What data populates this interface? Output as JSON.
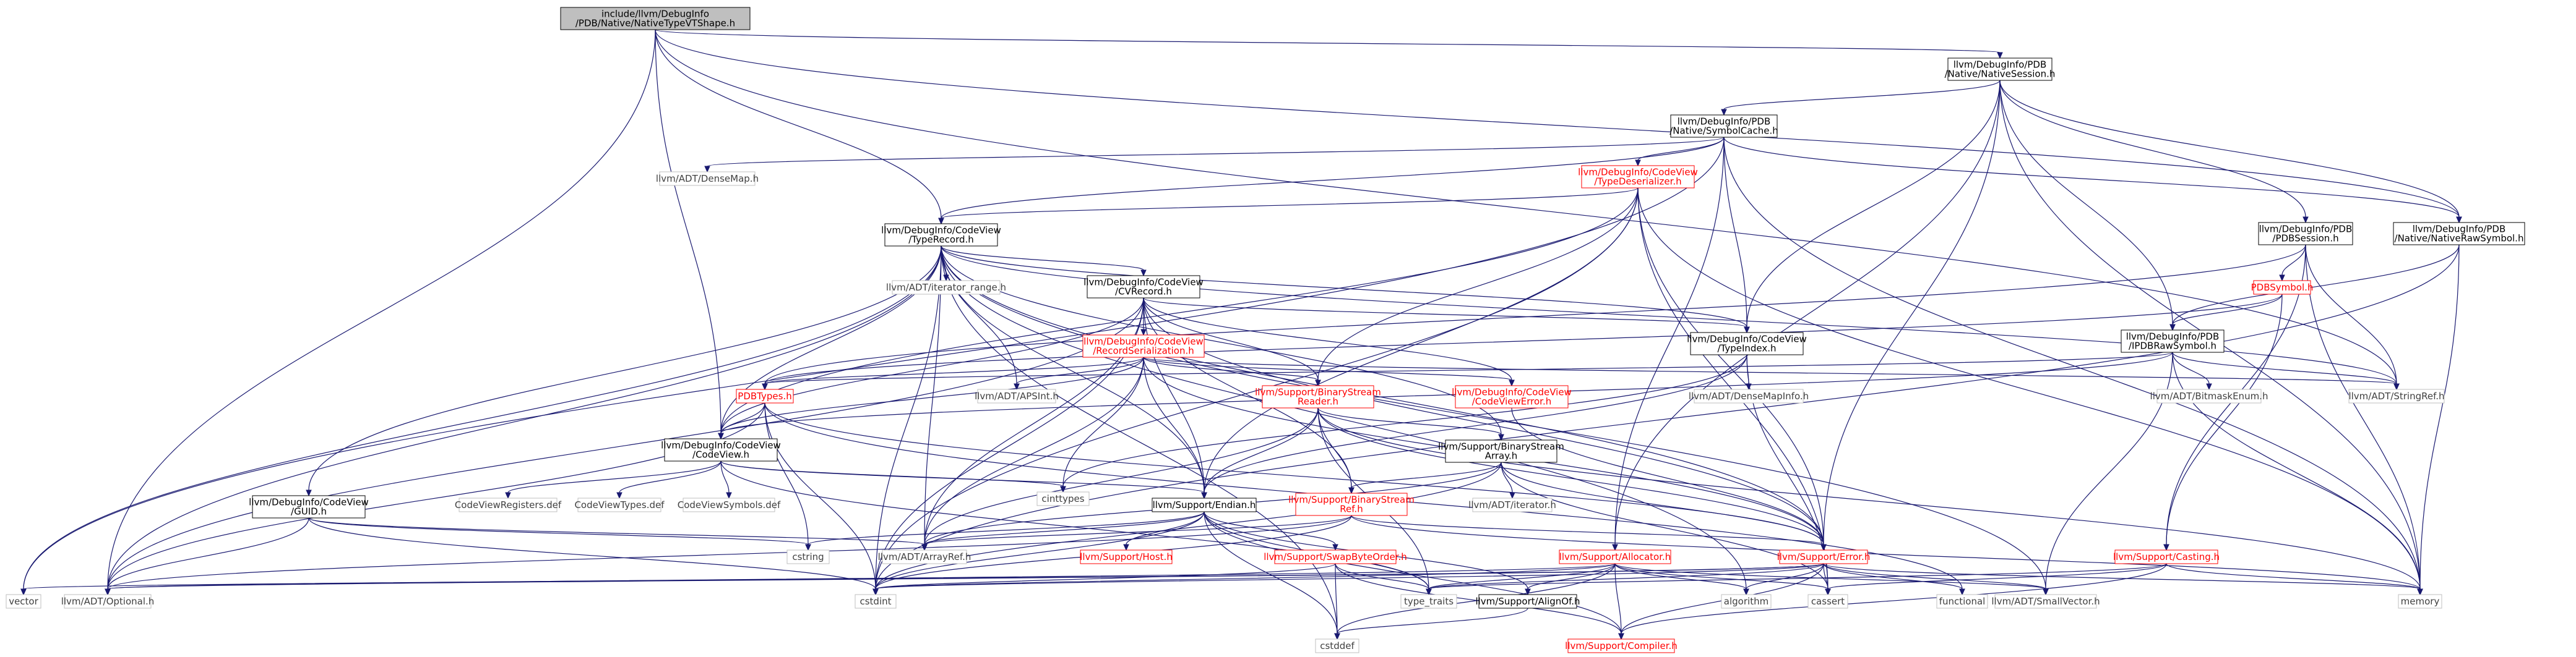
{
  "diagram": {
    "colors": {
      "edge": "#191970",
      "root_fill": "#bfbfbf",
      "root_border": "#000000",
      "normal_border": "#000000",
      "missing_border": "#bfbfbf",
      "incomplete_border": "#ff0000",
      "normal_text": "#000000",
      "missing_text": "#404040",
      "incomplete_text": "#ff0000"
    },
    "nodes": [
      {
        "id": "root",
        "lines": [
          "include/llvm/DebugInfo",
          "/PDB/Native/NativeTypeVTShape.h"
        ],
        "kind": "root"
      },
      {
        "id": "nsession",
        "lines": [
          "llvm/DebugInfo/PDB",
          "/Native/NativeSession.h"
        ],
        "kind": "normal"
      },
      {
        "id": "symcache",
        "lines": [
          "llvm/DebugInfo/PDB",
          "/Native/SymbolCache.h"
        ],
        "kind": "normal"
      },
      {
        "id": "densemap",
        "lines": [
          "llvm/ADT/DenseMap.h"
        ],
        "kind": "missing"
      },
      {
        "id": "typedeser",
        "lines": [
          "llvm/DebugInfo/CodeView",
          "/TypeDeserializer.h"
        ],
        "kind": "incomplete"
      },
      {
        "id": "typerecord",
        "lines": [
          "llvm/DebugInfo/CodeView",
          "/TypeRecord.h"
        ],
        "kind": "normal"
      },
      {
        "id": "pdbsession",
        "lines": [
          "llvm/DebugInfo/PDB",
          "/PDBSession.h"
        ],
        "kind": "normal"
      },
      {
        "id": "nrawsym",
        "lines": [
          "llvm/DebugInfo/PDB",
          "/Native/NativeRawSymbol.h"
        ],
        "kind": "normal"
      },
      {
        "id": "iterrange",
        "lines": [
          "llvm/ADT/iterator_range.h"
        ],
        "kind": "missing"
      },
      {
        "id": "cvrecord",
        "lines": [
          "llvm/DebugInfo/CodeView",
          "/CVRecord.h"
        ],
        "kind": "normal"
      },
      {
        "id": "pdbsymbol",
        "lines": [
          "PDBSymbol.h"
        ],
        "kind": "incomplete"
      },
      {
        "id": "typeindex",
        "lines": [
          "llvm/DebugInfo/CodeView",
          "/TypeIndex.h"
        ],
        "kind": "normal"
      },
      {
        "id": "pdbrawsym",
        "lines": [
          "llvm/DebugInfo/PDB",
          "/IPDBRawSymbol.h"
        ],
        "kind": "normal"
      },
      {
        "id": "recser",
        "lines": [
          "llvm/DebugInfo/CodeView",
          "/RecordSerialization.h"
        ],
        "kind": "incomplete"
      },
      {
        "id": "apsint",
        "lines": [
          "llvm/ADT/APSInt.h"
        ],
        "kind": "missing"
      },
      {
        "id": "bsreader",
        "lines": [
          "llvm/Support/BinaryStream",
          "Reader.h"
        ],
        "kind": "incomplete"
      },
      {
        "id": "cverror",
        "lines": [
          "llvm/DebugInfo/CodeView",
          "/CodeViewError.h"
        ],
        "kind": "incomplete"
      },
      {
        "id": "densemapinfo",
        "lines": [
          "llvm/ADT/DenseMapInfo.h"
        ],
        "kind": "missing"
      },
      {
        "id": "bitmaskenum",
        "lines": [
          "llvm/ADT/BitmaskEnum.h"
        ],
        "kind": "missing"
      },
      {
        "id": "stringref",
        "lines": [
          "llvm/ADT/StringRef.h"
        ],
        "kind": "missing"
      },
      {
        "id": "pdbtypes",
        "lines": [
          "PDBTypes.h"
        ],
        "kind": "incomplete"
      },
      {
        "id": "codeview",
        "lines": [
          "llvm/DebugInfo/CodeView",
          "/CodeView.h"
        ],
        "kind": "normal"
      },
      {
        "id": "bsarray",
        "lines": [
          "llvm/Support/BinaryStream",
          "Array.h"
        ],
        "kind": "normal"
      },
      {
        "id": "cinttypes",
        "lines": [
          "cinttypes"
        ],
        "kind": "missing"
      },
      {
        "id": "cvregs",
        "lines": [
          "CodeViewRegisters.def"
        ],
        "kind": "missing"
      },
      {
        "id": "cvtypes",
        "lines": [
          "CodeViewTypes.def"
        ],
        "kind": "missing"
      },
      {
        "id": "cvsymbols",
        "lines": [
          "CodeViewSymbols.def"
        ],
        "kind": "missing"
      },
      {
        "id": "adtiterator",
        "lines": [
          "llvm/ADT/iterator.h"
        ],
        "kind": "missing"
      },
      {
        "id": "guid",
        "lines": [
          "llvm/DebugInfo/CodeView",
          "/GUID.h"
        ],
        "kind": "normal"
      },
      {
        "id": "endian",
        "lines": [
          "llvm/Support/Endian.h"
        ],
        "kind": "normal"
      },
      {
        "id": "bsref",
        "lines": [
          "llvm/Support/BinaryStream",
          "Ref.h"
        ],
        "kind": "incomplete"
      },
      {
        "id": "host",
        "lines": [
          "llvm/Support/Host.h"
        ],
        "kind": "incomplete"
      },
      {
        "id": "cstring",
        "lines": [
          "cstring"
        ],
        "kind": "missing"
      },
      {
        "id": "arrayref",
        "lines": [
          "llvm/ADT/ArrayRef.h"
        ],
        "kind": "missing"
      },
      {
        "id": "swapbyte",
        "lines": [
          "llvm/Support/SwapByteOrder.h"
        ],
        "kind": "incomplete"
      },
      {
        "id": "allocator",
        "lines": [
          "llvm/Support/Allocator.h"
        ],
        "kind": "incomplete"
      },
      {
        "id": "error",
        "lines": [
          "llvm/Support/Error.h"
        ],
        "kind": "incomplete"
      },
      {
        "id": "casting",
        "lines": [
          "llvm/Support/Casting.h"
        ],
        "kind": "incomplete"
      },
      {
        "id": "vector",
        "lines": [
          "vector"
        ],
        "kind": "missing"
      },
      {
        "id": "optional",
        "lines": [
          "llvm/ADT/Optional.h"
        ],
        "kind": "missing"
      },
      {
        "id": "cstdint",
        "lines": [
          "cstdint"
        ],
        "kind": "missing"
      },
      {
        "id": "typetraits",
        "lines": [
          "type_traits"
        ],
        "kind": "missing"
      },
      {
        "id": "alignof",
        "lines": [
          "llvm/Support/AlignOf.h"
        ],
        "kind": "normal"
      },
      {
        "id": "algorithm",
        "lines": [
          "algorithm"
        ],
        "kind": "missing"
      },
      {
        "id": "cassert",
        "lines": [
          "cassert"
        ],
        "kind": "missing"
      },
      {
        "id": "functional",
        "lines": [
          "functional"
        ],
        "kind": "missing"
      },
      {
        "id": "smallvector",
        "lines": [
          "llvm/ADT/SmallVector.h"
        ],
        "kind": "missing"
      },
      {
        "id": "memory",
        "lines": [
          "memory"
        ],
        "kind": "missing"
      },
      {
        "id": "cstddef",
        "lines": [
          "cstddef"
        ],
        "kind": "missing"
      },
      {
        "id": "compiler",
        "lines": [
          "llvm/Support/Compiler.h"
        ],
        "kind": "incomplete"
      }
    ],
    "edges": [
      [
        "root",
        "nsession"
      ],
      [
        "root",
        "typerecord"
      ],
      [
        "root",
        "codeview"
      ],
      [
        "root",
        "optional"
      ],
      [
        "root",
        "nrawsym"
      ],
      [
        "root",
        "stringref"
      ],
      [
        "nsession",
        "symcache"
      ],
      [
        "nsession",
        "pdbsession"
      ],
      [
        "nsession",
        "nrawsym"
      ],
      [
        "nsession",
        "pdbrawsym"
      ],
      [
        "nsession",
        "typeindex"
      ],
      [
        "nsession",
        "allocator"
      ],
      [
        "nsession",
        "error"
      ],
      [
        "nsession",
        "memory"
      ],
      [
        "symcache",
        "densemap"
      ],
      [
        "symcache",
        "typedeser"
      ],
      [
        "symcache",
        "typerecord"
      ],
      [
        "symcache",
        "typeindex"
      ],
      [
        "symcache",
        "allocator"
      ],
      [
        "symcache",
        "vector"
      ],
      [
        "symcache",
        "memory"
      ],
      [
        "symcache",
        "nrawsym"
      ],
      [
        "typedeser",
        "typerecord"
      ],
      [
        "typedeser",
        "bsreader"
      ],
      [
        "typedeser",
        "error"
      ],
      [
        "typedeser",
        "codeview"
      ],
      [
        "typedeser",
        "endian"
      ],
      [
        "typedeser",
        "cassert"
      ],
      [
        "typedeser",
        "cstdint"
      ],
      [
        "typedeser",
        "memory"
      ],
      [
        "typerecord",
        "iterrange"
      ],
      [
        "typerecord",
        "cvrecord"
      ],
      [
        "typerecord",
        "typeindex"
      ],
      [
        "typerecord",
        "guid"
      ],
      [
        "typerecord",
        "codeview"
      ],
      [
        "typerecord",
        "apsint"
      ],
      [
        "typerecord",
        "arrayref"
      ],
      [
        "typerecord",
        "optional"
      ],
      [
        "typerecord",
        "stringref"
      ],
      [
        "typerecord",
        "endian"
      ],
      [
        "typerecord",
        "bsarray"
      ],
      [
        "typerecord",
        "cstdint"
      ],
      [
        "typerecord",
        "vector"
      ],
      [
        "typerecord",
        "algorithm"
      ],
      [
        "typerecord",
        "smallvector"
      ],
      [
        "typerecord",
        "cstddef"
      ],
      [
        "typerecord",
        "error"
      ],
      [
        "pdbsession",
        "pdbsymbol"
      ],
      [
        "pdbsession",
        "pdbtypes"
      ],
      [
        "pdbsession",
        "stringref"
      ],
      [
        "pdbsession",
        "casting"
      ],
      [
        "pdbsession",
        "memory"
      ],
      [
        "nrawsym",
        "pdbrawsym"
      ],
      [
        "nrawsym",
        "cstdint"
      ],
      [
        "nrawsym",
        "memory"
      ],
      [
        "cvrecord",
        "recser"
      ],
      [
        "cvrecord",
        "bsreader"
      ],
      [
        "cvrecord",
        "bsref"
      ],
      [
        "cvrecord",
        "cverror"
      ],
      [
        "cvrecord",
        "codeview"
      ],
      [
        "cvrecord",
        "arrayref"
      ],
      [
        "cvrecord",
        "optional"
      ],
      [
        "cvrecord",
        "endian"
      ],
      [
        "cvrecord",
        "error"
      ],
      [
        "cvrecord",
        "cstdint"
      ],
      [
        "cvrecord",
        "typeindex"
      ],
      [
        "pdbsymbol",
        "pdbrawsym"
      ],
      [
        "pdbsymbol",
        "pdbtypes"
      ],
      [
        "pdbsymbol",
        "casting"
      ],
      [
        "typeindex",
        "densemapinfo"
      ],
      [
        "typeindex",
        "endian"
      ],
      [
        "typeindex",
        "cinttypes"
      ],
      [
        "typeindex",
        "cassert"
      ],
      [
        "pdbrawsym",
        "bitmaskenum"
      ],
      [
        "pdbrawsym",
        "stringref"
      ],
      [
        "pdbrawsym",
        "codeview"
      ],
      [
        "pdbrawsym",
        "smallvector"
      ],
      [
        "pdbrawsym",
        "pdbtypes"
      ],
      [
        "pdbrawsym",
        "memory"
      ],
      [
        "recser",
        "apsint"
      ],
      [
        "recser",
        "arrayref"
      ],
      [
        "recser",
        "stringref"
      ],
      [
        "recser",
        "codeview"
      ],
      [
        "recser",
        "cverror"
      ],
      [
        "recser",
        "bsreader"
      ],
      [
        "recser",
        "endian"
      ],
      [
        "recser",
        "error"
      ],
      [
        "recser",
        "cinttypes"
      ],
      [
        "recser",
        "pdbtypes"
      ],
      [
        "bsreader",
        "bsarray"
      ],
      [
        "bsreader",
        "bsref"
      ],
      [
        "bsreader",
        "endian"
      ],
      [
        "bsreader",
        "error"
      ],
      [
        "bsreader",
        "arrayref"
      ],
      [
        "bsreader",
        "typetraits"
      ],
      [
        "bsreader",
        "memory"
      ],
      [
        "cverror",
        "error"
      ],
      [
        "pdbtypes",
        "codeview"
      ],
      [
        "pdbtypes",
        "error"
      ],
      [
        "pdbtypes",
        "cstring"
      ],
      [
        "pdbtypes",
        "cstdint"
      ],
      [
        "pdbtypes",
        "functional"
      ],
      [
        "pdbtypes",
        "optional"
      ],
      [
        "codeview",
        "cvregs"
      ],
      [
        "codeview",
        "cvtypes"
      ],
      [
        "codeview",
        "cvsymbols"
      ],
      [
        "codeview",
        "endian"
      ],
      [
        "codeview",
        "cinttypes"
      ],
      [
        "codeview",
        "typetraits"
      ],
      [
        "bsarray",
        "adtiterator"
      ],
      [
        "bsarray",
        "bsref"
      ],
      [
        "bsarray",
        "arrayref"
      ],
      [
        "bsarray",
        "error"
      ],
      [
        "bsarray",
        "cassert"
      ],
      [
        "bsarray",
        "cstdint"
      ],
      [
        "guid",
        "cstdint"
      ],
      [
        "guid",
        "cstring"
      ],
      [
        "guid",
        "arrayref"
      ],
      [
        "guid",
        "optional"
      ],
      [
        "endian",
        "host"
      ],
      [
        "endian",
        "swapbyte"
      ],
      [
        "endian",
        "compiler"
      ],
      [
        "endian",
        "cstring"
      ],
      [
        "endian",
        "cstddef"
      ],
      [
        "endian",
        "cstdint"
      ],
      [
        "endian",
        "typetraits"
      ],
      [
        "endian",
        "alignof"
      ],
      [
        "endian",
        "arrayref"
      ],
      [
        "bsref",
        "arrayref"
      ],
      [
        "bsref",
        "optional"
      ],
      [
        "bsref",
        "error"
      ],
      [
        "bsref",
        "cstdint"
      ],
      [
        "bsref",
        "memory"
      ],
      [
        "swapbyte",
        "compiler"
      ],
      [
        "swapbyte",
        "cstddef"
      ],
      [
        "swapbyte",
        "cstdint"
      ],
      [
        "swapbyte",
        "typetraits"
      ],
      [
        "allocator",
        "alignof"
      ],
      [
        "allocator",
        "compiler"
      ],
      [
        "allocator",
        "smallvector"
      ],
      [
        "allocator",
        "algorithm"
      ],
      [
        "allocator",
        "cassert"
      ],
      [
        "allocator",
        "cstddef"
      ],
      [
        "allocator",
        "cstdint"
      ],
      [
        "allocator",
        "typetraits"
      ],
      [
        "allocator",
        "optional"
      ],
      [
        "error",
        "compiler"
      ],
      [
        "error",
        "algorithm"
      ],
      [
        "error",
        "cassert"
      ],
      [
        "error",
        "cstdint"
      ],
      [
        "error",
        "functional"
      ],
      [
        "error",
        "memory"
      ],
      [
        "error",
        "typetraits"
      ],
      [
        "error",
        "vector"
      ],
      [
        "error",
        "optional"
      ],
      [
        "error",
        "smallvector"
      ],
      [
        "casting",
        "compiler"
      ],
      [
        "casting",
        "cassert"
      ],
      [
        "casting",
        "memory"
      ],
      [
        "casting",
        "typetraits"
      ],
      [
        "alignof",
        "cstddef"
      ]
    ]
  }
}
